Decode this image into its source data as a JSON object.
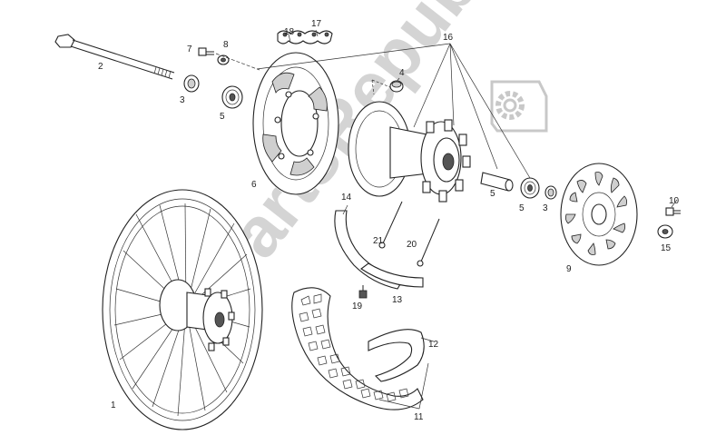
{
  "watermark": "PartsRepublik",
  "callouts": {
    "c1": "1",
    "c2": "2",
    "c3a": "3",
    "c3b": "3",
    "c4": "4",
    "c5a": "5",
    "c5b": "5",
    "c5c": "5",
    "c6": "6",
    "c7": "7",
    "c8": "8",
    "c9": "9",
    "c10": "10",
    "c11": "11",
    "c12": "12",
    "c13": "13",
    "c14": "14",
    "c15": "15",
    "c16": "16",
    "c17": "17",
    "c18": "18",
    "c19": "19",
    "c20": "20",
    "c21": "21"
  }
}
